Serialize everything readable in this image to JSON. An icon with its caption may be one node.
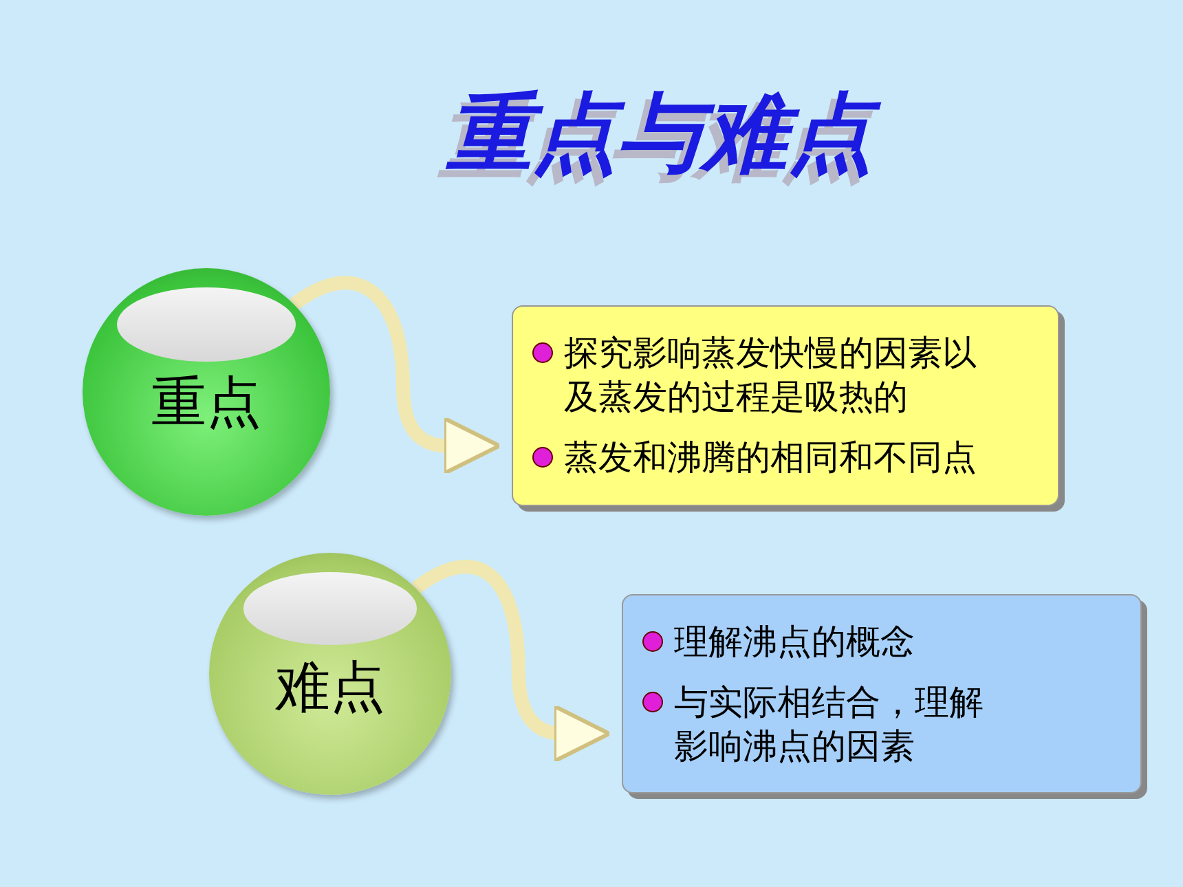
{
  "diagram": {
    "title": "重点与难点",
    "nodes": [
      {
        "text": [
          "重点"
        ]
      },
      {
        "text": [
          "探究影响蒸发快慢的因素以及蒸发的过程是吸热的",
          "蒸发和沸腾的相同和不同点"
        ]
      },
      {
        "text": [
          "难点"
        ]
      },
      {
        "text": [
          "理解沸点的概念",
          "与实际相结合，理解影响沸点的因素"
        ]
      }
    ],
    "edges": [
      {
        "from": 0,
        "to": 1,
        "arrow": "to"
      },
      {
        "from": 2,
        "to": 3,
        "arrow": "to"
      }
    ]
  }
}
